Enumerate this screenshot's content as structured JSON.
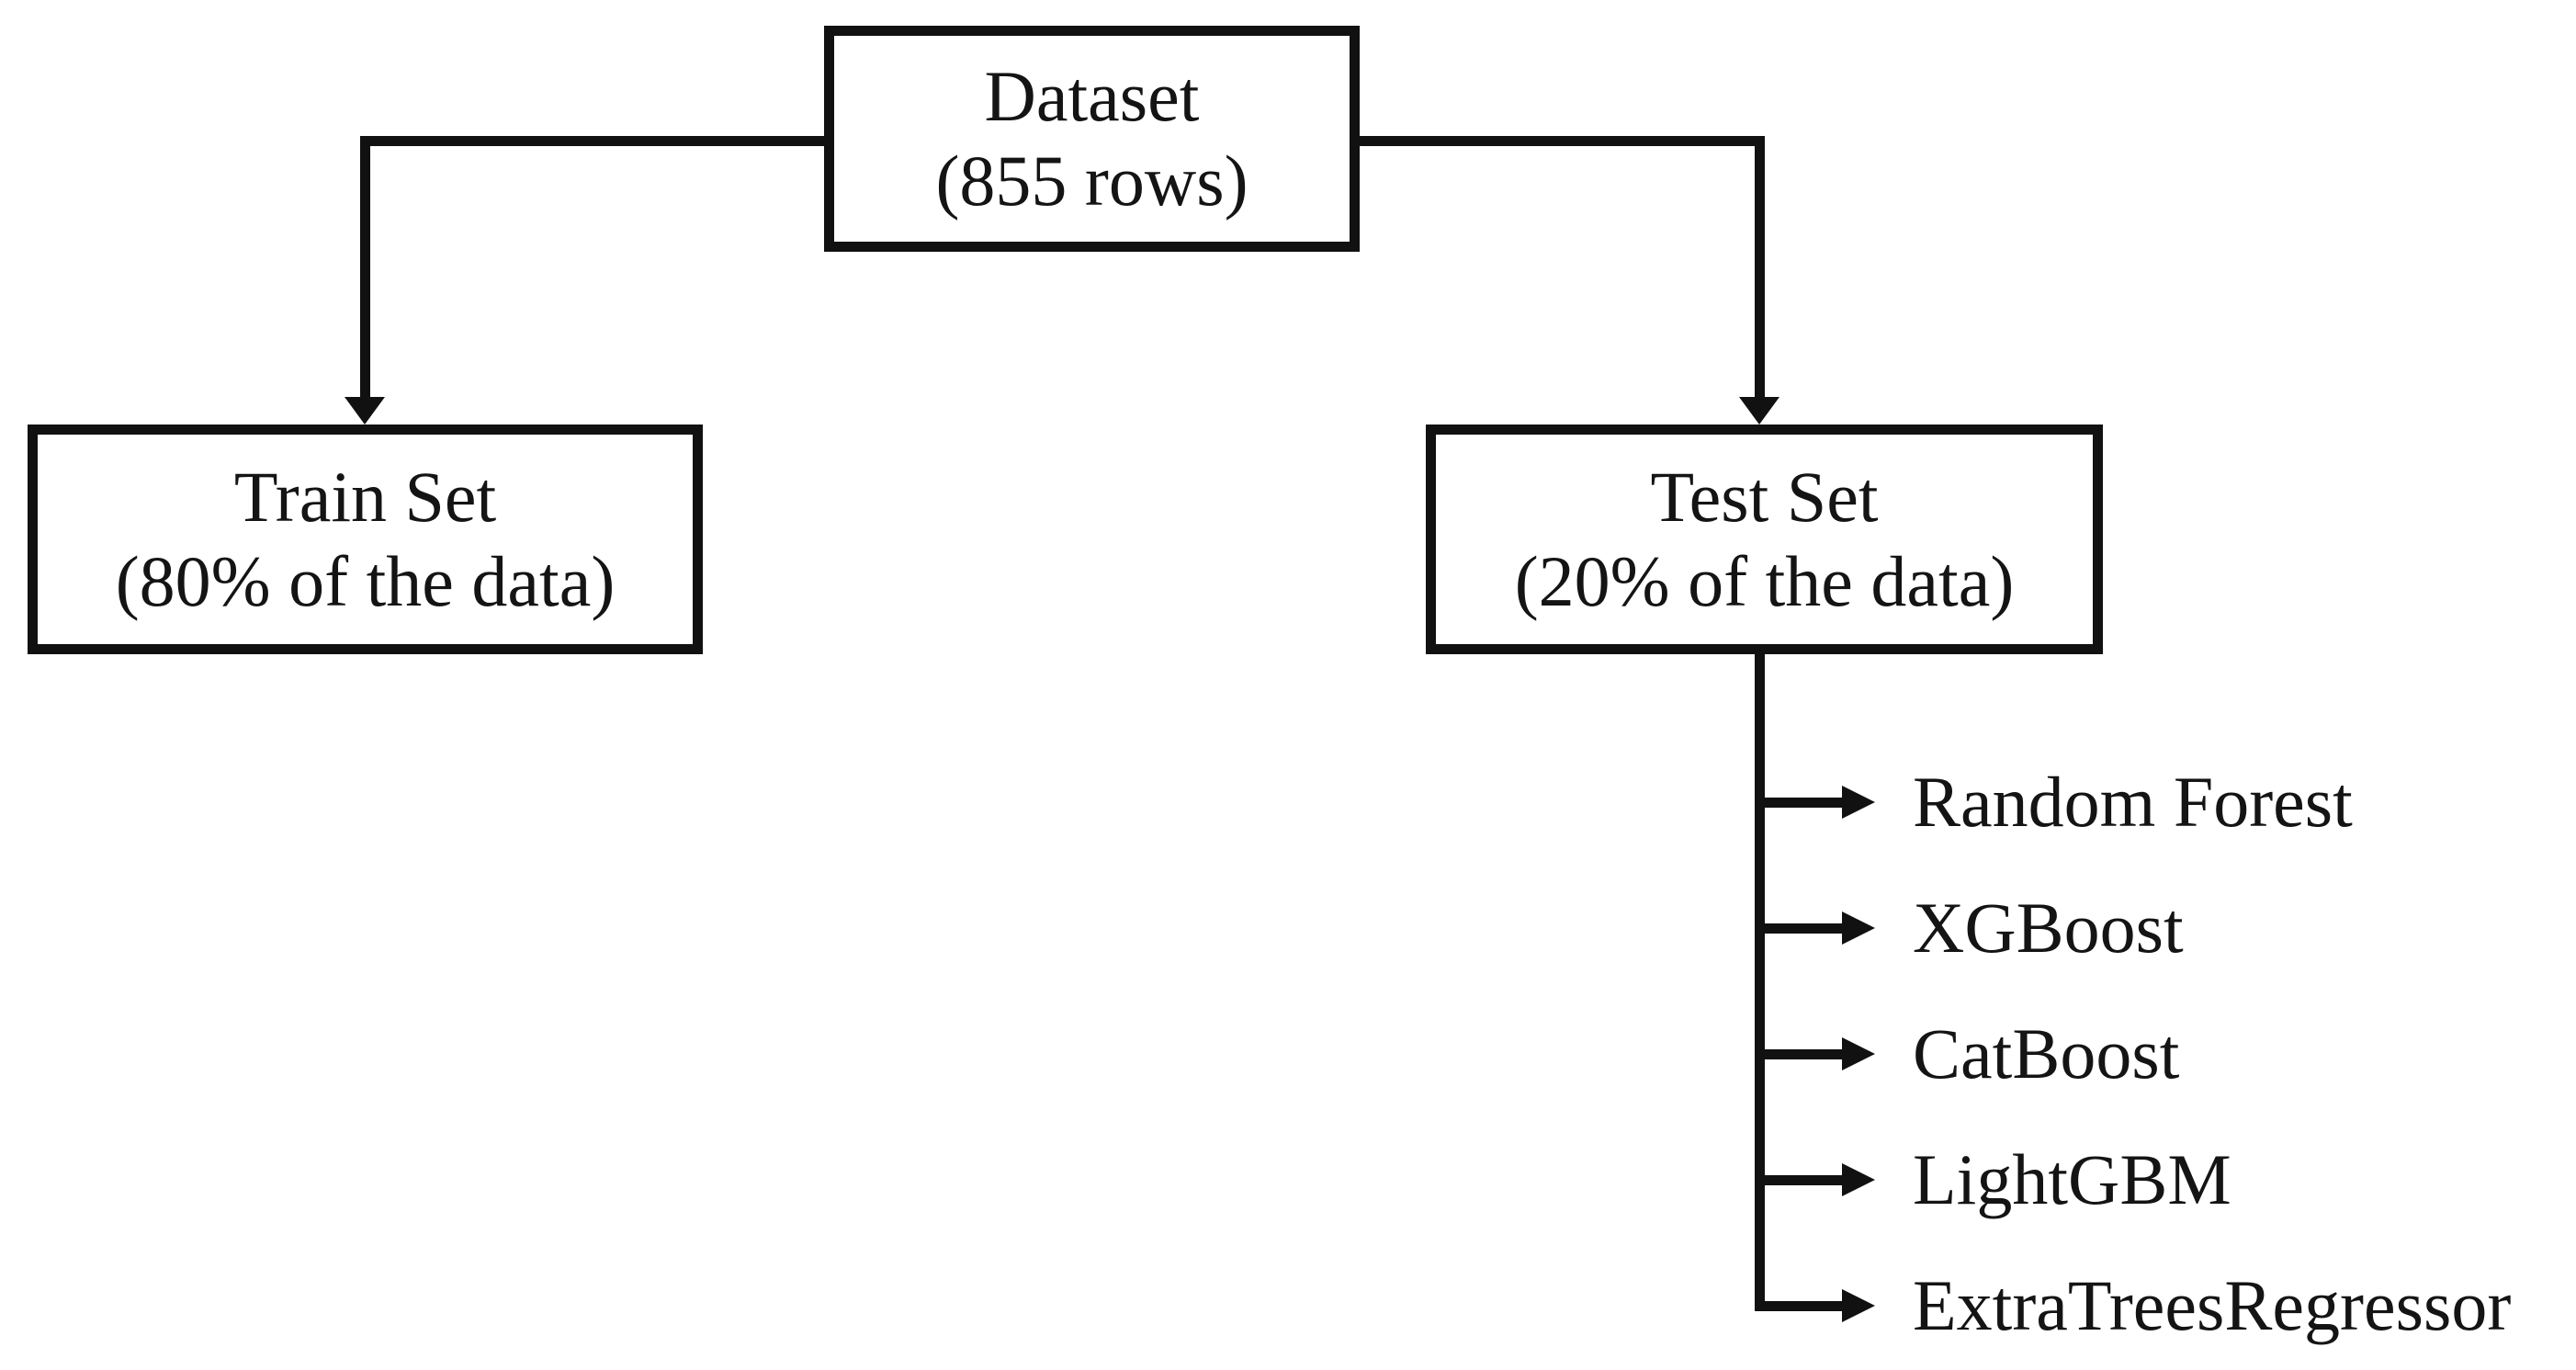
{
  "diagram": {
    "dataset": {
      "title": "Dataset",
      "subtitle": "(855 rows)"
    },
    "train": {
      "title": "Train Set",
      "subtitle": "(80% of the data)"
    },
    "test": {
      "title": "Test Set",
      "subtitle": "(20% of the data)"
    },
    "models": [
      {
        "label": "Random Forest"
      },
      {
        "label": "XGBoost"
      },
      {
        "label": "CatBoost"
      },
      {
        "label": "LightGBM"
      },
      {
        "label": "ExtraTreesRegressor"
      }
    ],
    "colors": {
      "line": "#111111",
      "background": "#ffffff",
      "text": "#141414"
    }
  }
}
